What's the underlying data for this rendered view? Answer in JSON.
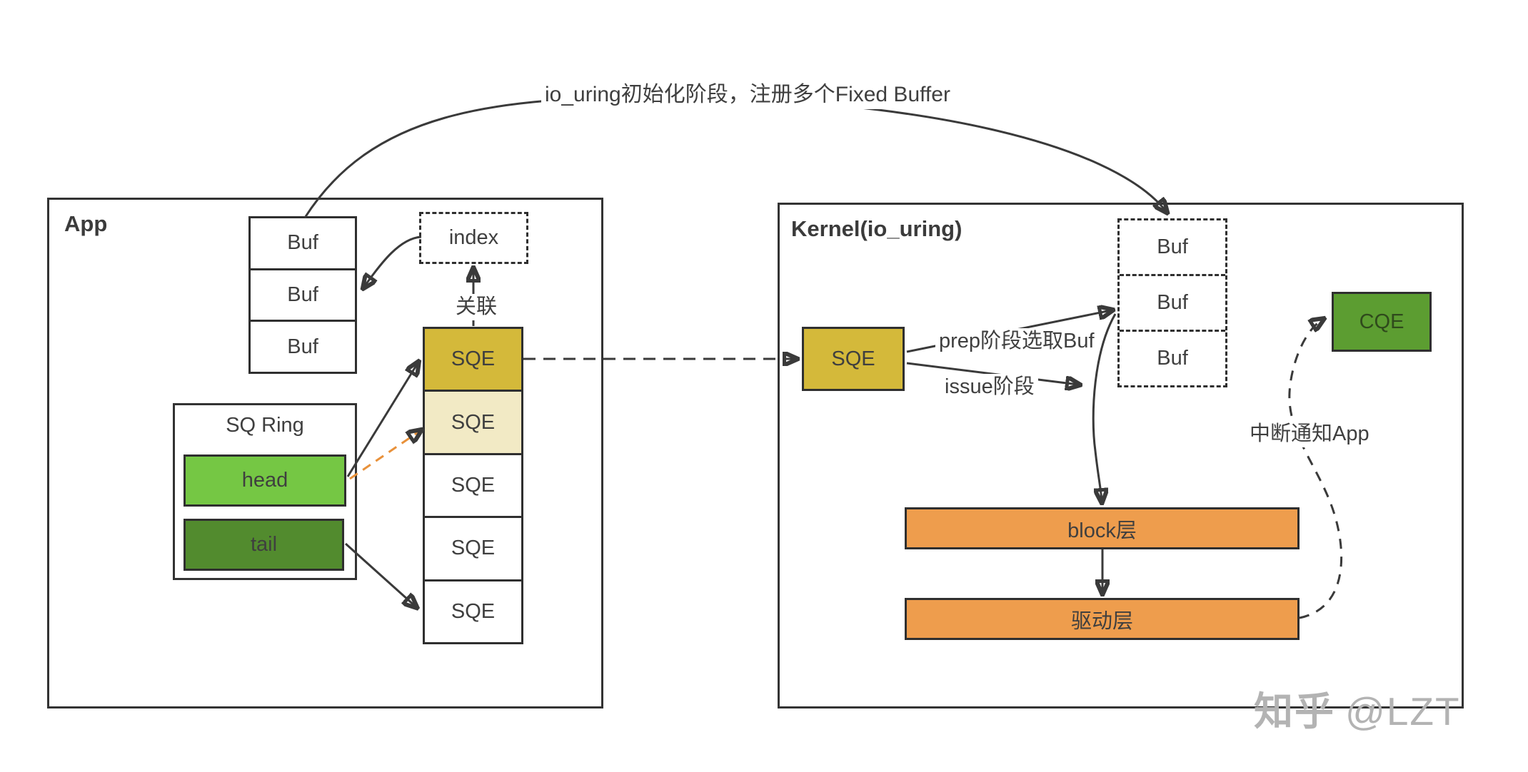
{
  "annotations": {
    "register_fixed_buffer": "io_uring初始化阶段，注册多个Fixed Buffer",
    "associate": "关联",
    "prep_select_buf": "prep阶段选取Buf",
    "issue_phase": "issue阶段",
    "interrupt_notify": "中断通知App"
  },
  "app": {
    "title": "App",
    "buf_stack": [
      "Buf",
      "Buf",
      "Buf"
    ],
    "index_label": "index",
    "sqe_list": [
      "SQE",
      "SQE",
      "SQE",
      "SQE",
      "SQE"
    ],
    "sq_ring": {
      "title": "SQ Ring",
      "head": "head",
      "tail": "tail"
    }
  },
  "kernel": {
    "title": "Kernel(io_uring)",
    "sqe_label": "SQE",
    "buf_stack": [
      "Buf",
      "Buf",
      "Buf"
    ],
    "cqe_label": "CQE",
    "block_layer": "block层",
    "driver_layer": "驱动层"
  },
  "watermark": {
    "site": "知乎",
    "user": "@LZT"
  },
  "colors": {
    "sqe_active": "#d4b93a",
    "sqe_next": "#f2eac5",
    "head_green": "#75c744",
    "tail_green": "#528b2e",
    "cqe_green": "#5c9d31",
    "layer_orange": "#ee9d4d",
    "orange_arrow": "#e8913a",
    "line": "#3a3a3a",
    "border": "#2f2f2f",
    "watermark_gray": "#b3b3b3"
  }
}
